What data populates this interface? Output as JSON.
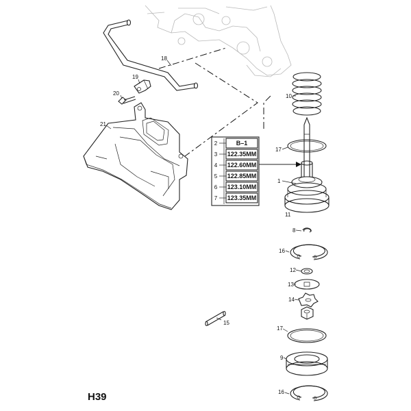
{
  "callouts": {
    "c18": "18",
    "c19": "19",
    "c20": "20",
    "c21": "21",
    "c10": "10",
    "c17a": "17",
    "c1": "1",
    "c11": "11",
    "c8": "8",
    "c16a": "16",
    "c12": "12",
    "c13": "13",
    "c14": "14",
    "c15": "15",
    "c17b": "17",
    "c9": "9",
    "c16b": "16"
  },
  "size_table": {
    "rows": [
      {
        "ref": "2",
        "value": "B–1"
      },
      {
        "ref": "3",
        "value": "122.35MM"
      },
      {
        "ref": "4",
        "value": "122.60MM"
      },
      {
        "ref": "5",
        "value": "122.85MM"
      },
      {
        "ref": "6",
        "value": "123.10MM"
      },
      {
        "ref": "7",
        "value": "123.35MM"
      }
    ]
  },
  "page_code": "H39"
}
